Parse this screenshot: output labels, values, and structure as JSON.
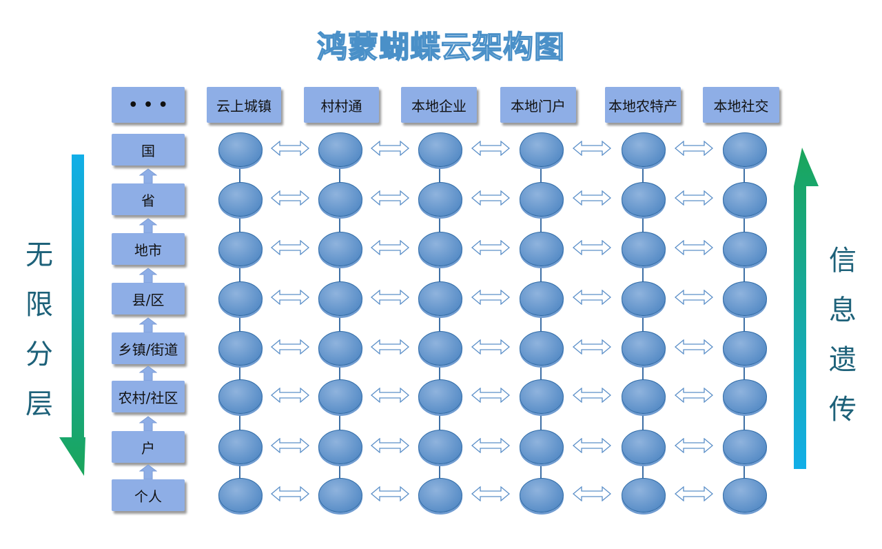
{
  "title": "鸿蒙蝴蝶云架构图",
  "corner_label": "• • •",
  "columns": [
    "云上城镇",
    "村村通",
    "本地企业",
    "本地门户",
    "本地农特产",
    "本地社交"
  ],
  "levels": [
    "国",
    "省",
    "地市",
    "县/区",
    "乡镇/街道",
    "农村/社区",
    "户",
    "个人"
  ],
  "left_side_label": [
    "无",
    "限",
    "分",
    "层"
  ],
  "right_side_label": [
    "信",
    "息",
    "遗",
    "传"
  ],
  "colors": {
    "box": "#8eaee6",
    "node": "#5b8fc8",
    "side_text": "#1d6179",
    "arrow_blue": "#12aee8",
    "arrow_green": "#1aa55a"
  }
}
